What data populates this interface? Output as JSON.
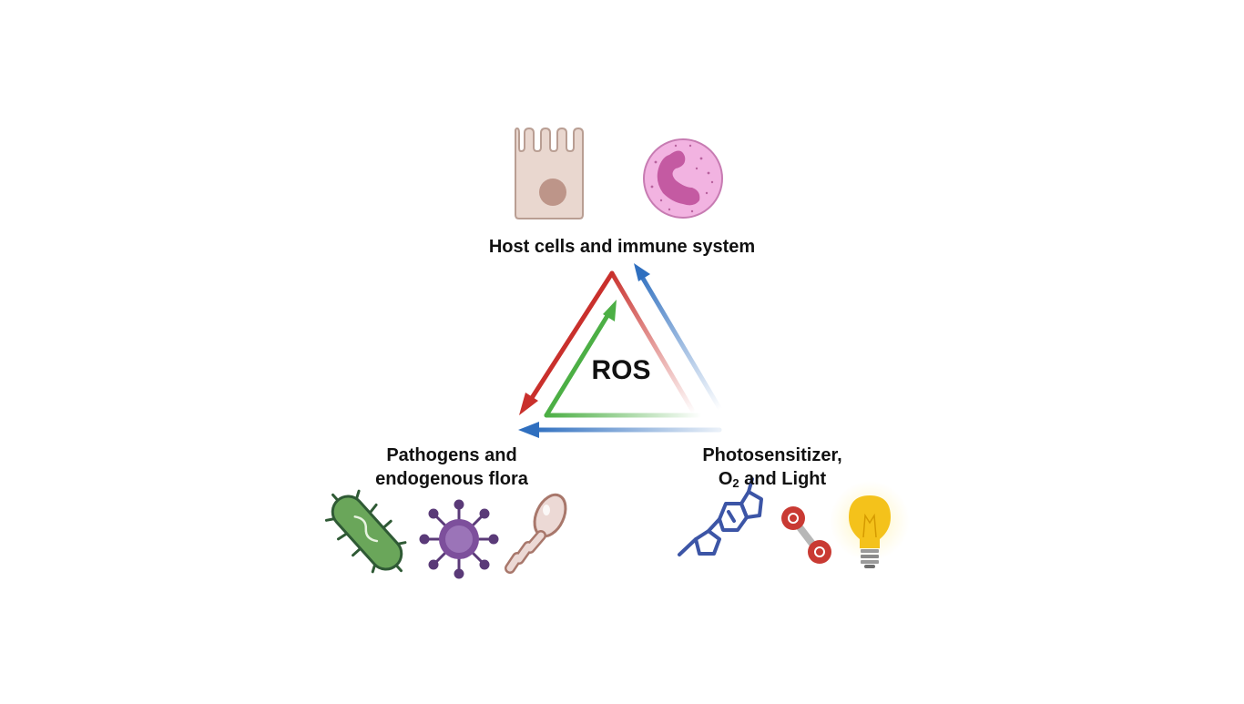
{
  "center": {
    "label": "ROS"
  },
  "nodes": {
    "top": {
      "label": "Host cells and immune system"
    },
    "left": {
      "line1": "Pathogens and",
      "line2": "endogenous flora"
    },
    "right": {
      "line1": "Photosensitizer,",
      "line2_pre": "O",
      "line2_sub": "2",
      "line2_post": " and Light"
    }
  },
  "colors": {
    "red_arrow": "#c9302c",
    "green_arrow": "#4caf45",
    "blue_arrow": "#2f6fbf",
    "bacterium": "#6aa65a",
    "virus": "#7d4f9c",
    "fungus": "#b8857a",
    "host_cell": "#e9d7cf",
    "neutrophil": "#e7a6d8",
    "molecule": "#3c55a6",
    "oxygen": "#c93a33",
    "bulb": "#f4c21b"
  },
  "icons": [
    "epithelial-cell-icon",
    "neutrophil-icon",
    "bacterium-icon",
    "virus-icon",
    "fungus-icon",
    "photosensitizer-molecule-icon",
    "oxygen-molecule-icon",
    "light-bulb-icon"
  ]
}
